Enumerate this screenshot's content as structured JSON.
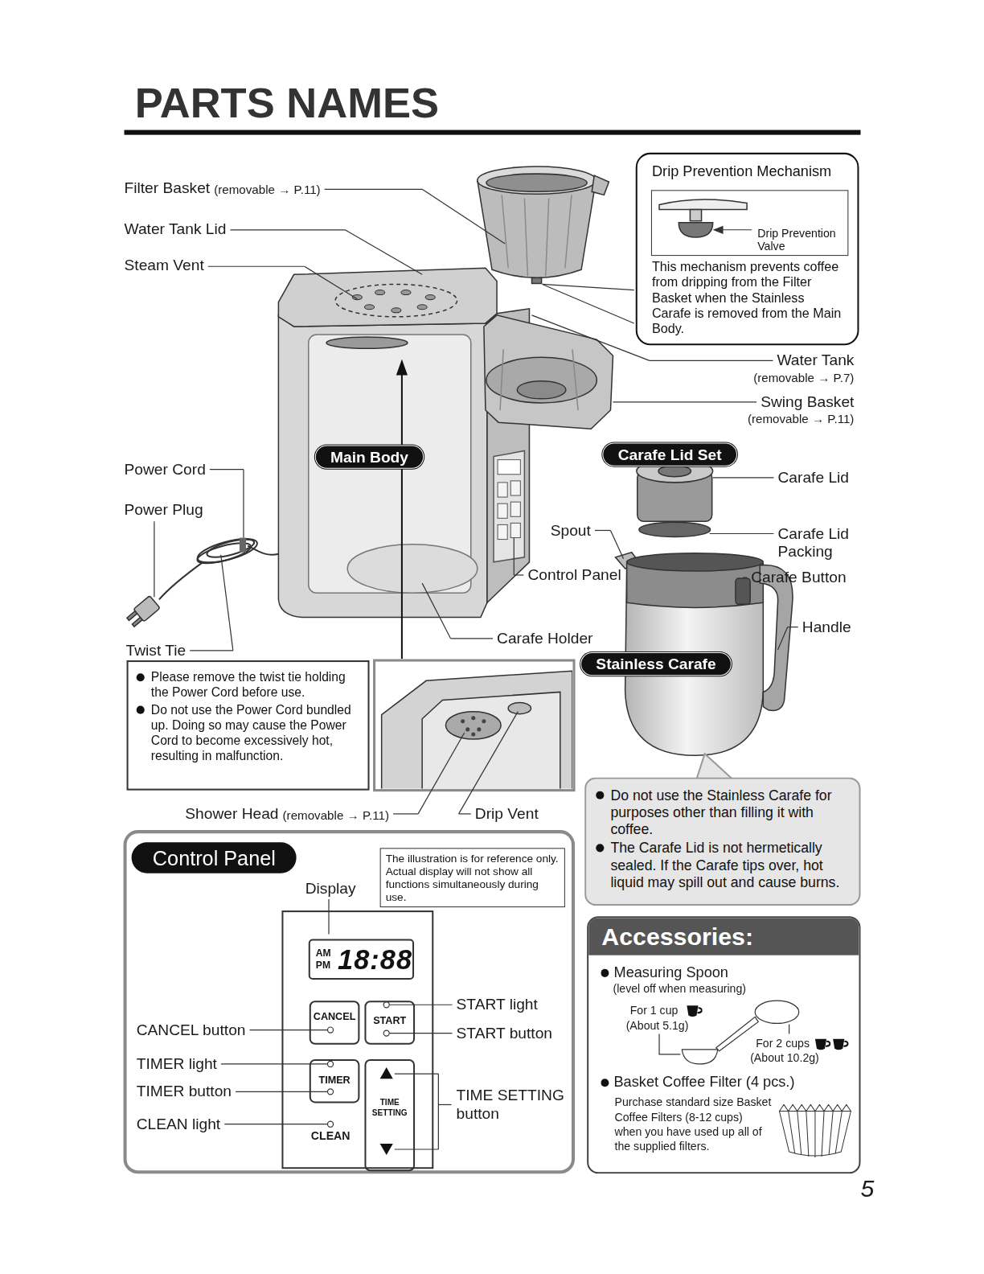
{
  "diagram": {
    "title": "PARTS NAMES",
    "nodes": [
      {
        "text": [
          "Drip Prevention Mechanism",
          "This mechanism prevents coffee from dripping from the Filter Basket when the Stainless Carafe is removed from the Main Body."
        ]
      },
      {
        "text": [
          "Drip Prevention Valve"
        ],
        "in": 0
      },
      {
        "text": [
          "Main Body"
        ]
      },
      {
        "text": [
          "Carafe Lid Set"
        ]
      },
      {
        "text": [
          "Stainless Carafe"
        ]
      },
      {
        "text": [
          "Please remove the twist tie holding the Power Cord before use.",
          "Do not use the Power Cord bundled up. Doing so may cause the Power Cord to become excessively hot, resulting in malfunction."
        ]
      },
      {
        "text": [
          "Do not use the Stainless Carafe for purposes other than filling it with coffee.",
          "The Carafe Lid is not hermetically sealed. If the Carafe tips over, hot liquid may spill out and cause burns."
        ]
      },
      {
        "text": [
          "Control Panel"
        ]
      },
      {
        "text": [
          "The illustration is for reference only. Actual display will not show all functions simultaneously during use."
        ],
        "in": 7
      },
      {
        "text": [
          "AM",
          "PM",
          "18:88"
        ],
        "in": 7
      },
      {
        "text": [
          "CANCEL"
        ],
        "in": 7
      },
      {
        "text": [
          "START"
        ],
        "in": 7
      },
      {
        "text": [
          "TIMER"
        ],
        "in": 7
      },
      {
        "text": [
          "TIME SETTING"
        ],
        "in": 7
      },
      {
        "text": [
          "Accessories:"
        ]
      }
    ],
    "labels": [
      "Filter Basket",
      "(removable → P.11)",
      "Water Tank Lid",
      "Steam Vent",
      "Water Tank",
      "(removable → P.7)",
      "Swing Basket",
      "(removable → P.11)",
      "Power Cord",
      "Power Plug",
      "Spout",
      "Control Panel",
      "Carafe Lid",
      "Carafe Lid Packing",
      "Carafe Button",
      "Handle",
      "Carafe Holder",
      "Twist Tie",
      "Shower Head",
      "(removable → P.11)",
      "Drip Vent",
      "Display",
      "START light",
      "START button",
      "CANCEL button",
      "TIMER light",
      "TIMER button",
      "TIME SETTING button",
      "CLEAN light",
      "CLEAN",
      "Measuring Spoon",
      "(level off when measuring)",
      "For 1 cup",
      "(About 5.1g)",
      "For 2 cups",
      "(About 10.2g)",
      "Basket Coffee Filter (4 pcs.)",
      "Purchase standard size Basket Coffee Filters (8-12 cups) when you have used up all of the supplied filters.",
      "5"
    ]
  }
}
